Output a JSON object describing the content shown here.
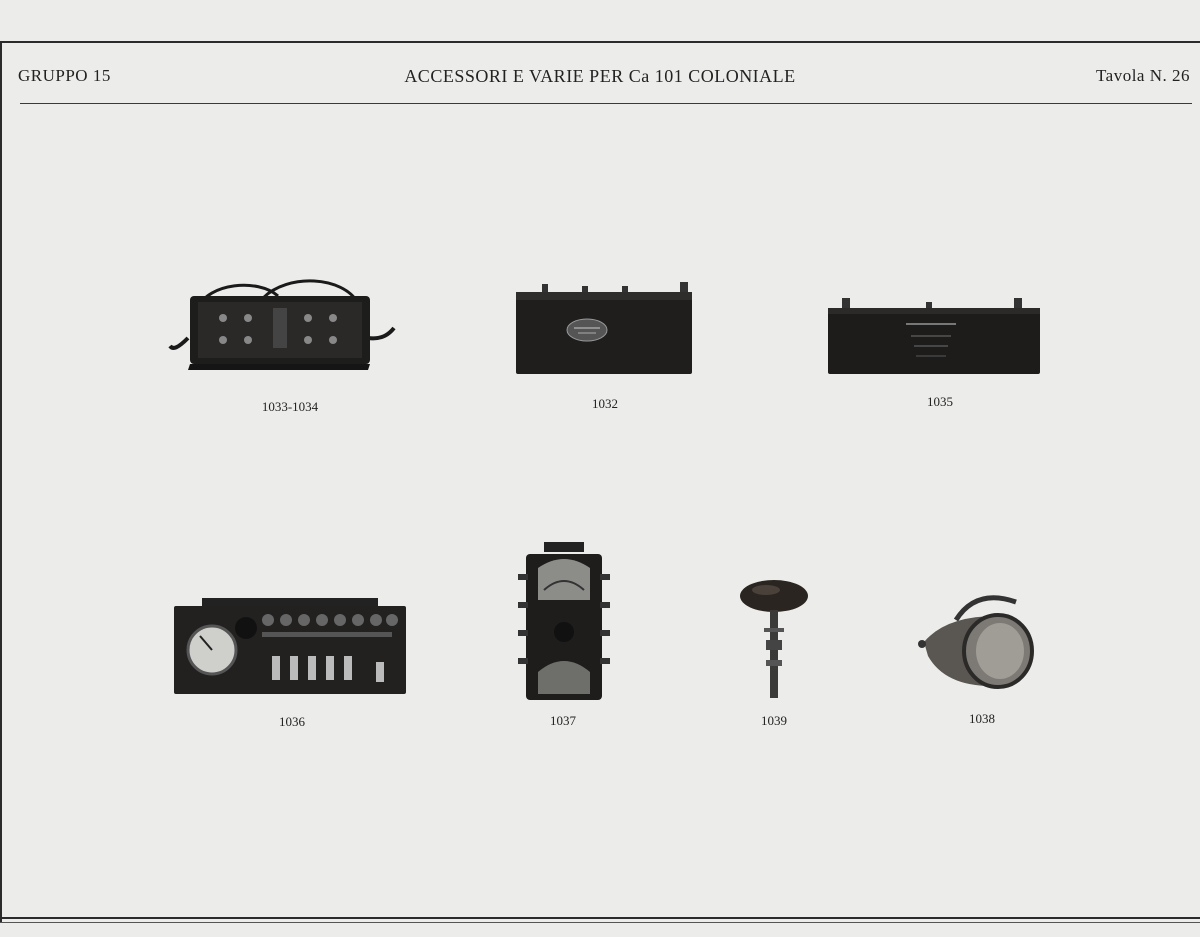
{
  "header": {
    "group": "GRUPPO 15",
    "title": "ACCESSORI E VARIE PER Ca 101 COLONIALE",
    "plate": "Tavola N. 26"
  },
  "items": [
    {
      "id": "a",
      "label": "1033-1034"
    },
    {
      "id": "b",
      "label": "1032"
    },
    {
      "id": "c",
      "label": "1035"
    },
    {
      "id": "d",
      "label": "1036"
    },
    {
      "id": "e",
      "label": "1037"
    },
    {
      "id": "f",
      "label": "1039"
    },
    {
      "id": "g",
      "label": "1038"
    }
  ]
}
